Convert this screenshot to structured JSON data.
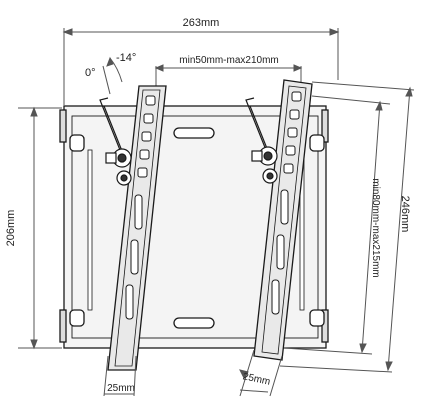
{
  "dimensions": {
    "overall_width": "263mm",
    "plate_height": "206mm",
    "overall_height": "246mm",
    "horizontal_range": "min50mm-max210mm",
    "vertical_range": "min80mm-max215mm",
    "arm_width_left": "25mm",
    "arm_width_right": "25mm"
  },
  "tilt": {
    "angle_tilted": "-14°",
    "angle_neutral": "0°"
  },
  "colors": {
    "line": "#1a1a1a",
    "dimension_line": "#555555",
    "plate_fill": "#f4f4f4",
    "arm_fill": "#e9e9e9"
  }
}
